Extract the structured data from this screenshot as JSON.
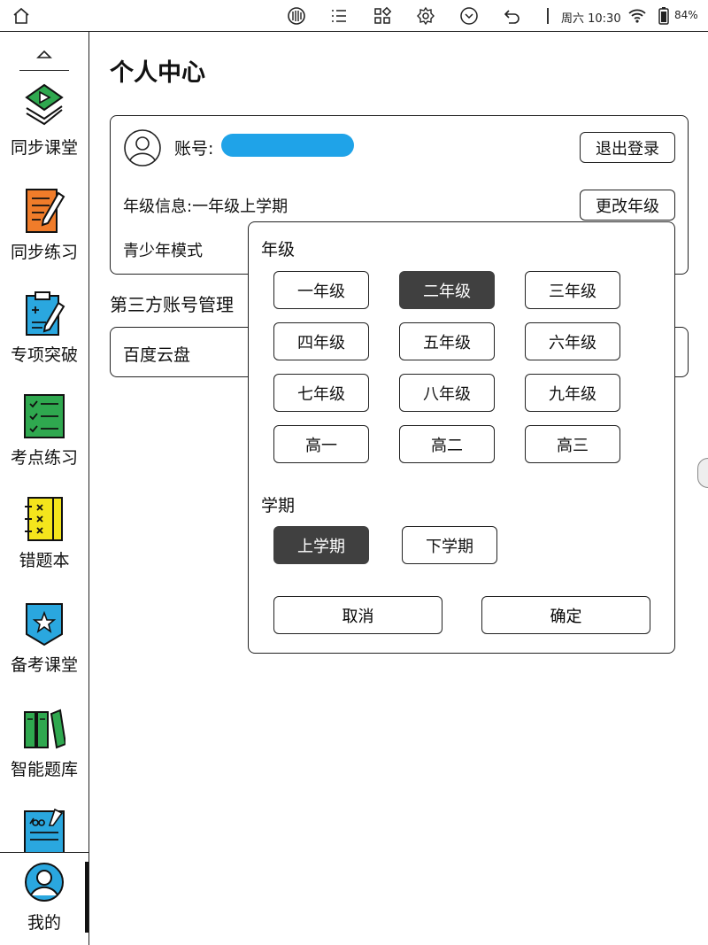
{
  "status_bar": {
    "datetime": "周六 10:30",
    "battery": "84%"
  },
  "sidebar": {
    "items": [
      {
        "label": "同步课堂",
        "icon": "play-book-icon",
        "color": "#2fa84f"
      },
      {
        "label": "同步练习",
        "icon": "notebook-pen-icon",
        "color": "#f07c2a"
      },
      {
        "label": "专项突破",
        "icon": "clipboard-pen-icon",
        "color": "#2aa7df"
      },
      {
        "label": "考点练习",
        "icon": "checklist-icon",
        "color": "#2fa84f"
      },
      {
        "label": "错题本",
        "icon": "wrong-notebook-icon",
        "color": "#f4e51c"
      },
      {
        "label": "备考课堂",
        "icon": "star-badge-icon",
        "color": "#2aa7df"
      },
      {
        "label": "智能题库",
        "icon": "books-icon",
        "color": "#2fa84f"
      },
      {
        "label": "",
        "icon": "score-notebook-icon",
        "color": "#2aa7df"
      }
    ],
    "bottom": {
      "label": "我的",
      "icon": "user-avatar-icon",
      "color": "#2aa7df"
    }
  },
  "main": {
    "title": "个人中心",
    "account_label": "账号:",
    "logout_label": "退出登录",
    "grade_info": "年级信息:一年级上学期",
    "change_grade_label": "更改年级",
    "youth_mode": "青少年模式",
    "third_party_title": "第三方账号管理",
    "baidu": "百度云盘"
  },
  "dialog": {
    "grade_heading": "年级",
    "grades": [
      "一年级",
      "二年级",
      "三年级",
      "四年级",
      "五年级",
      "六年级",
      "七年级",
      "八年级",
      "九年级",
      "高一",
      "高二",
      "高三"
    ],
    "selected_grade": "二年级",
    "term_heading": "学期",
    "terms": [
      "上学期",
      "下学期"
    ],
    "selected_term": "上学期",
    "cancel_label": "取消",
    "confirm_label": "确定"
  }
}
